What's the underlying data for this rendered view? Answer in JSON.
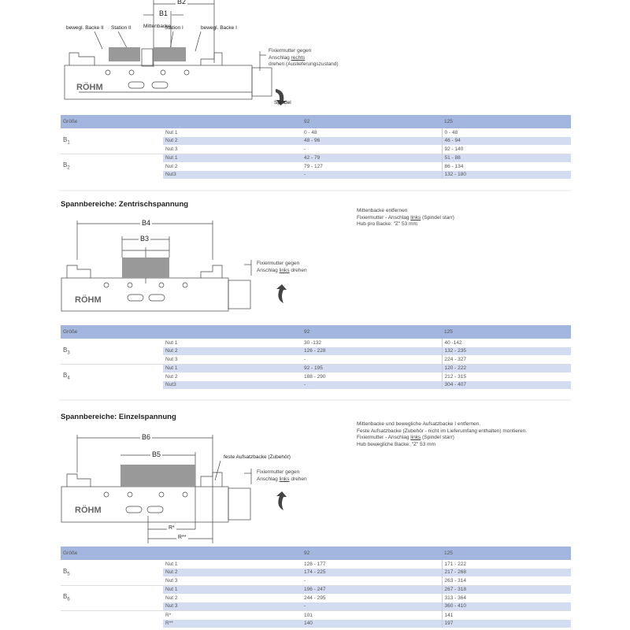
{
  "section1": {
    "dims": {
      "b2": "B2",
      "b1": "B1"
    },
    "labels": {
      "backe2": "bewegl. Backe II",
      "station2": "Station II",
      "mitte": "Mittenbacke",
      "station1": "Station I",
      "backe1": "bewegl. Backe I",
      "spindel": "Spindel",
      "logo": "RÖHM"
    },
    "note": {
      "l1": "Fixiermutter gegen",
      "l2a": "Anschlag ",
      "l2b": "rechts",
      "l3": "drehen (Auslieferungszustand)"
    },
    "table": {
      "h0": "Größe",
      "h1": "92",
      "h2": "125",
      "g1": "B",
      "g1s": "1",
      "g2": "B",
      "g2s": "2",
      "rows": [
        [
          "Nut 1",
          "0 - 48",
          "0 - 48"
        ],
        [
          "Nut 2",
          "48 - 96",
          "46 - 94"
        ],
        [
          "Nut 3",
          "-",
          "92 - 140"
        ],
        [
          "Nut 1",
          "42 - 79",
          "51 - 88"
        ],
        [
          "Nut 2",
          "79 - 127",
          "86 - 134"
        ],
        [
          "Nut3",
          "-",
          "132 - 180"
        ]
      ]
    }
  },
  "section2": {
    "title": "Spannbereiche: Zentrischspannung",
    "dims": {
      "b4": "B4",
      "b3": "B3"
    },
    "notes": {
      "l1": "Mittenbacke entfernen",
      "l2a": "Fixiermutter - Anschlag ",
      "l2b": "links",
      "l2c": " (Spindel starr)",
      "l3": "Hub pro Backe: \"Z\" 53 mm"
    },
    "fix": {
      "l1": "Fixiermutter gegen",
      "l2a": "Anschlag ",
      "l2b": "links",
      "l2c": " drehen"
    },
    "logo": "RÖHM",
    "table": {
      "h0": "Größe",
      "h1": "92",
      "h2": "125",
      "g1": "B",
      "g1s": "3",
      "g2": "B",
      "g2s": "4",
      "rows": [
        [
          "Nut 1",
          "30 -132",
          "40 -142"
        ],
        [
          "Nut 2",
          "126 - 228",
          "132 - 235"
        ],
        [
          "Nut 3",
          "-",
          "224 - 327"
        ],
        [
          "Nut 1",
          "92 - 195",
          "120 - 222"
        ],
        [
          "Nut 2",
          "188 - 290",
          "212 - 315"
        ],
        [
          "Nut3",
          "-",
          "304 - 407"
        ]
      ]
    }
  },
  "section3": {
    "title": "Spannbereiche: Einzelspannung",
    "dims": {
      "b6": "B6",
      "b5": "B5",
      "r1": "R*",
      "r2": "R**"
    },
    "feste": "feste Aufsatzbacke (Zubehör)",
    "notes": {
      "l1": "Mittenbacke und bewegliche Aufsatzbacke I entfernen.",
      "l2": "Feste Aufsatzbacke (Zubehör - nicht im Lieferumfang enthalten) montieren.",
      "l3a": "Fixiermutter - Anschlag ",
      "l3b": "links",
      "l3c": " (Spindel starr)",
      "l4": "Hub bewegliche Backe: \"Z\" 53 mm"
    },
    "fix": {
      "l1": "Fixiermutter gegen",
      "l2a": "Anschlag ",
      "l2b": "links",
      "l2c": " drehen"
    },
    "logo": "RÖHM",
    "table": {
      "h0": "Größe",
      "h1": "92",
      "h2": "125",
      "g1": "B",
      "g1s": "5",
      "g2": "B",
      "g2s": "6",
      "rows": [
        [
          "Nut 1",
          "126 - 177",
          "171 - 222"
        ],
        [
          "Nut 2",
          "174 - 225",
          "217 - 268"
        ],
        [
          "Nut 3",
          "-",
          "263 - 314"
        ],
        [
          "Nut 1",
          "196 - 247",
          "267 - 318"
        ],
        [
          "Nut 2",
          "244 - 295",
          "313 - 364"
        ],
        [
          "Nut 3",
          "-",
          "360 - 410"
        ],
        [
          "R*",
          "101",
          "141"
        ],
        [
          "R**",
          "140",
          "197"
        ]
      ]
    }
  },
  "colors": {
    "header": "#a3b6df",
    "stripe": "#d3dcf1",
    "block": "#999999"
  }
}
